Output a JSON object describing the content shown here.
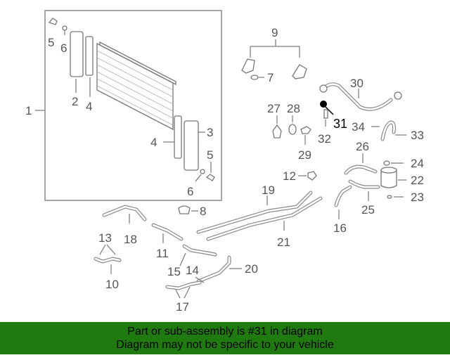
{
  "labels": {
    "l1": "1",
    "l2": "2",
    "l3": "3",
    "l4a": "4",
    "l4b": "4",
    "l5a": "5",
    "l5b": "5",
    "l6a": "6",
    "l6b": "6",
    "l7": "7",
    "l8": "8",
    "l9": "9",
    "l10": "10",
    "l11": "11",
    "l12": "12",
    "l13": "13",
    "l14": "14",
    "l15": "15",
    "l16": "16",
    "l17": "17",
    "l18": "18",
    "l19": "19",
    "l20": "20",
    "l21": "21",
    "l22": "22",
    "l23": "23",
    "l24": "24",
    "l25": "25",
    "l26": "26",
    "l27": "27",
    "l28": "28",
    "l29": "29",
    "l30": "30",
    "l31": "31",
    "l32": "32",
    "l33": "33",
    "l34": "34"
  },
  "footer": {
    "line1": "Part or sub-assembly is #31 in diagram",
    "line2": "Diagram may not be specific to your vehicle"
  },
  "colors": {
    "footer_bg": "#1f7a10",
    "highlight": "#000000",
    "part_stroke": "#777777"
  }
}
